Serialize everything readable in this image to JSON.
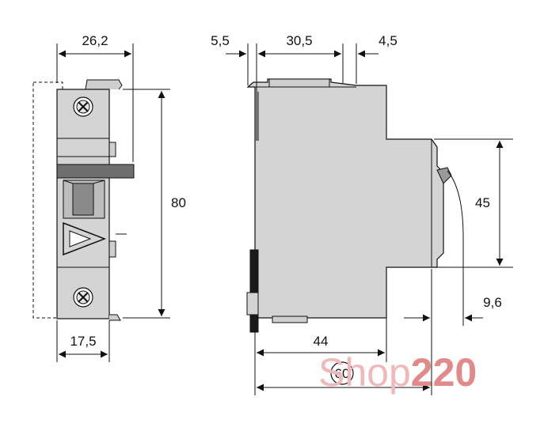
{
  "dimensions": {
    "front_width": "26,2",
    "front_bottom_width": "17,5",
    "front_height": "80",
    "side_top_left": "5,5",
    "side_top_middle": "30,5",
    "side_top_right": "4,5",
    "side_front_height": "45",
    "side_front_depth": "9,6",
    "side_base_depth": "44",
    "side_total_depth": "60"
  },
  "watermark": {
    "text_part1": "Shop",
    "text_part2": "220",
    "color_light": "#f0b8b8",
    "color_strong": "#e28a8a"
  },
  "colors": {
    "body_fill": "#d4d4d4",
    "lever_fill": "#6e6e6e",
    "line": "#111111"
  }
}
